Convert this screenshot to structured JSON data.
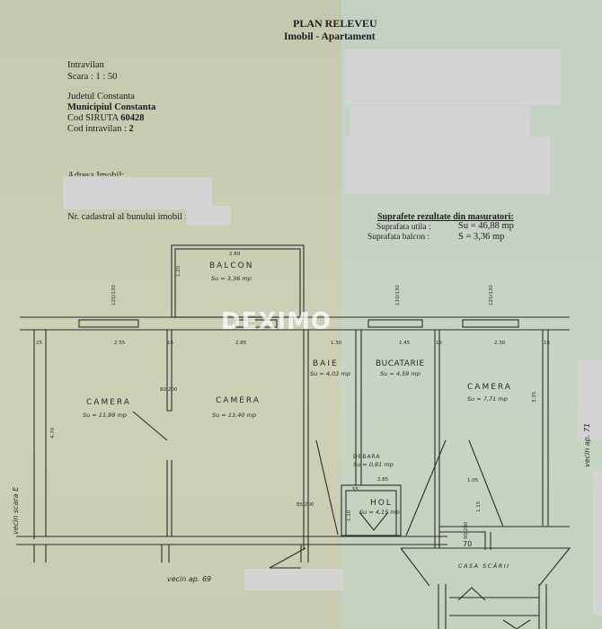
{
  "header": {
    "title": "PLAN RELEVEU",
    "subtitle": "Imobil - Apartament"
  },
  "info": {
    "intravilan": "Intravilan",
    "scale": "Scara : 1 : 50",
    "county": "Judetul Constanta",
    "municipality": "Municipiul Constanta",
    "siruta_label": "Cod SIRUTA",
    "siruta_value": "60428",
    "intravilan_code_label": "Cod intravilan :",
    "intravilan_code_value": "2",
    "address_label": "Adresa Imobil:",
    "cadastral_label": "Nr. cadastral al bunului imobil :"
  },
  "surfaces": {
    "title": "Suprafete rezultate din masuratori:",
    "useful_label": "Suprafata utila :",
    "useful_value": "Su = 46,88 mp",
    "balcony_label": "Suprafata balcon :",
    "balcony_value": "S =  3,36 mp"
  },
  "rooms": {
    "balcon": {
      "name": "BALCON",
      "area": "Su = 3,36 mp"
    },
    "camera1": {
      "name": "CAMERA",
      "area": "Su = 11,99 mp"
    },
    "camera2": {
      "name": "CAMERA",
      "area": "Su = 13,40 mp"
    },
    "baie": {
      "name": "BAIE",
      "area": "Su = 4,03 mp"
    },
    "bucatarie": {
      "name": "BUCATARIE",
      "area": "Su = 4,59 mp"
    },
    "camera3": {
      "name": "CAMERA",
      "area": "Su = 7,71 mp"
    },
    "debara": {
      "name": "DEBARA",
      "area": "Su = 0,81 mp"
    },
    "hol": {
      "name": "HOL",
      "area": "Su = 4,15 mp"
    },
    "casa_scarii": {
      "name": "CASA SCĂRII"
    }
  },
  "dimensions": {
    "balcon_w": "2.80",
    "balcon_h": "1.20",
    "d255": "2.55",
    "d285": "2.85",
    "d145": "1.45",
    "d230": "2.30",
    "d130": "1.30",
    "d470": "4.70",
    "d335": "3.35",
    "d25a": "25",
    "d15a": "15",
    "d15b": "15",
    "d15c": "15",
    "door1": "80/200",
    "door2": "85/200",
    "door3": "90/200",
    "d285b": "2.85",
    "d70": "70",
    "d115": "1.15",
    "d55": "55",
    "d105": "1.05",
    "d110": "1.10",
    "win1": "125/130",
    "win2": "110/130",
    "win3": "125/130"
  },
  "neighbors": {
    "left": "vecin scara E",
    "bottom": "vecin ap. 69",
    "right": "vecin ap. 71"
  },
  "watermark": "DEXIMO"
}
